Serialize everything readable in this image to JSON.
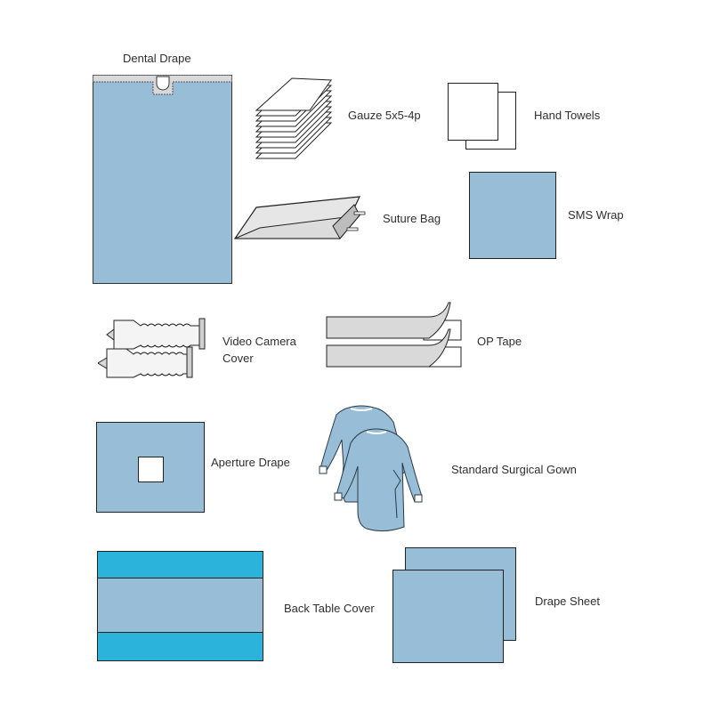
{
  "colors": {
    "drape_blue": "#98bdd6",
    "bright_blue": "#2bb3dc",
    "gray_fill": "#d9d9d9",
    "outline": "#1f2a33"
  },
  "items": {
    "dental_drape": {
      "label": "Dental Drape",
      "icon": "dental-drape-icon"
    },
    "gauze": {
      "label": "Gauze 5x5-4p",
      "icon": "gauze-stack-icon"
    },
    "hand_towels": {
      "label": "Hand Towels",
      "icon": "hand-towels-icon"
    },
    "suture_bag": {
      "label": "Suture Bag",
      "icon": "suture-bag-icon"
    },
    "sms_wrap": {
      "label": "SMS Wrap",
      "icon": "sms-wrap-icon"
    },
    "video_camera_cover": {
      "label_line1": "Video Camera",
      "label_line2": "Cover",
      "icon": "video-camera-cover-icon"
    },
    "op_tape": {
      "label": "OP Tape",
      "icon": "op-tape-icon"
    },
    "aperture_drape": {
      "label": "Aperture Drape",
      "icon": "aperture-drape-icon"
    },
    "surgical_gown": {
      "label": "Standard Surgical Gown",
      "icon": "surgical-gown-icon"
    },
    "back_table_cover": {
      "label": "Back Table Cover",
      "icon": "back-table-cover-icon"
    },
    "drape_sheet": {
      "label": "Drape Sheet",
      "icon": "drape-sheet-icon"
    }
  }
}
